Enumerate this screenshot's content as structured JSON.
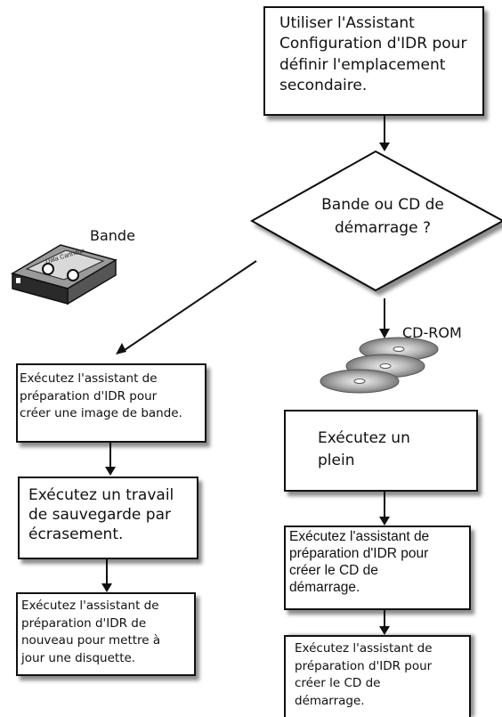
{
  "top_box": {
    "lines": [
      "Utiliser l'Assistant",
      "Configuration d'IDR pour",
      "définir l'emplacement",
      "secondaire."
    ]
  },
  "decision": {
    "lines": [
      "Bande ou CD de",
      "démarrage ?"
    ]
  },
  "tape_label": "Bande",
  "cd_label": "CD-ROM",
  "cartridge_text": "Data Cartridge",
  "left": {
    "box1": {
      "lines": [
        "Exécutez l'assistant de",
        "préparation d'IDR pour",
        "créer une image de bande."
      ]
    },
    "box2": {
      "lines": [
        "Exécutez un travail",
        "de sauvegarde par",
        "écrasement."
      ]
    },
    "box3": {
      "lines": [
        "Exécutez l'assistant de",
        "préparation d'IDR de",
        "nouveau pour mettre à",
        "jour une disquette."
      ]
    }
  },
  "right": {
    "box1": {
      "lines": [
        "Exécutez un",
        "plein"
      ]
    },
    "box2": {
      "lines": [
        "Exécutez l'assistant de",
        "préparation d'IDR pour",
        "créer le CD de",
        "démarrage."
      ]
    },
    "box3": {
      "lines": [
        "Exécutez l'assistant de",
        "préparation d'IDR pour",
        "créer le CD de",
        "démarrage."
      ]
    }
  }
}
